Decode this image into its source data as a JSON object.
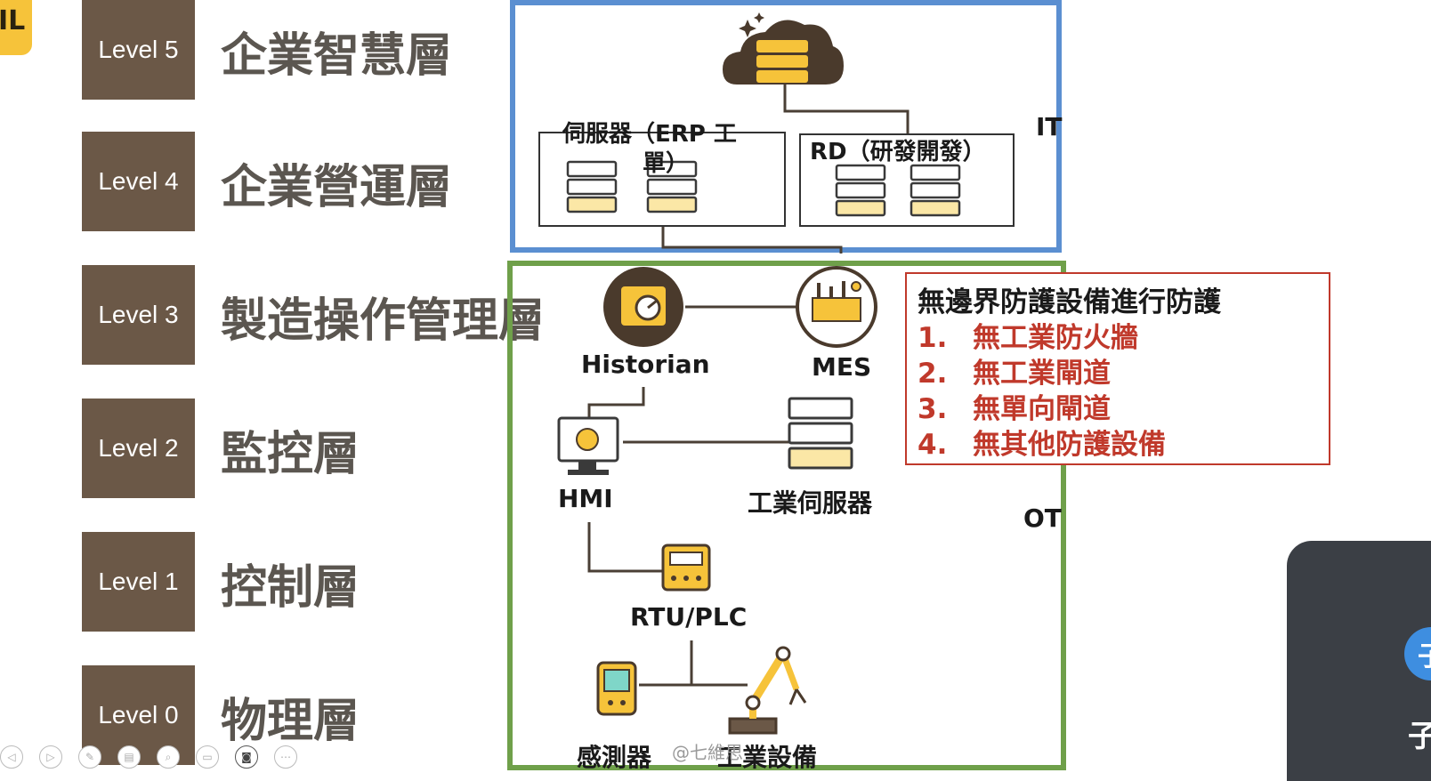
{
  "corner": {
    "text": "IL"
  },
  "levels": [
    {
      "badge": "Level 5",
      "name": "企業智慧層"
    },
    {
      "badge": "Level 4",
      "name": "企業營運層"
    },
    {
      "badge": "Level 3",
      "name": "製造操作管理層"
    },
    {
      "badge": "Level 2",
      "name": "監控層"
    },
    {
      "badge": "Level 1",
      "name": "控制層"
    },
    {
      "badge": "Level 0",
      "name": "物理層"
    }
  ],
  "zones": {
    "it": "IT",
    "ot": "OT"
  },
  "it": {
    "erp_line1": "伺服器（ERP 工",
    "erp_line2": "單）",
    "rd": "RD（研發開發）"
  },
  "ot": {
    "historian": "Historian",
    "mes": "MES",
    "hmi": "HMI",
    "industrial_server": "工業伺服器",
    "rtu_plc": "RTU/PLC",
    "sensor": "感測器",
    "equipment": "工業設備"
  },
  "warning": {
    "title": "無邊界防護設備進行防護",
    "items": [
      {
        "num": "1.",
        "text": "無工業防火牆"
      },
      {
        "num": "2.",
        "text": "無工業閘道"
      },
      {
        "num": "3.",
        "text": "無單向閘道"
      },
      {
        "num": "4.",
        "text": "無其他防護設備"
      }
    ]
  },
  "watermark": "@七維思",
  "side": {
    "avatar_text": "子",
    "name_text": "子"
  },
  "icons": [
    "cloud-server-icon",
    "server-rack-icon",
    "historian-icon",
    "mes-factory-icon",
    "hmi-monitor-icon",
    "plc-icon",
    "sensor-icon",
    "robot-arm-icon"
  ],
  "colors": {
    "level_box": "#6b5847",
    "it_border": "#5b8fd1",
    "ot_border": "#6fa04a",
    "warning_red": "#c0392b",
    "accent_yellow": "#f6c33a"
  }
}
